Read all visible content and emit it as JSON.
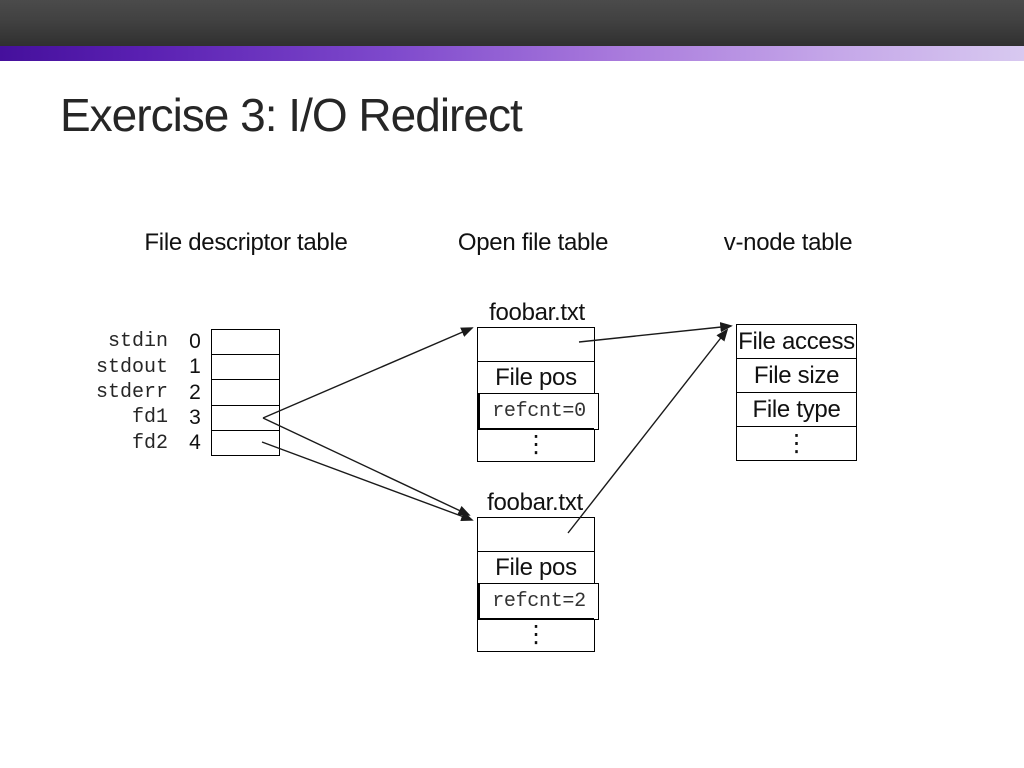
{
  "title": "Exercise 3: I/O Redirect",
  "column_labels": {
    "fd": "File descriptor table",
    "open": "Open file table",
    "vnode": "v-node table"
  },
  "fd_table": {
    "rows": [
      {
        "name": "stdin",
        "index": "0"
      },
      {
        "name": "stdout",
        "index": "1"
      },
      {
        "name": "stderr",
        "index": "2"
      },
      {
        "name": "fd1",
        "index": "3"
      },
      {
        "name": "fd2",
        "index": "4"
      }
    ]
  },
  "open_file_tables": [
    {
      "label": "foobar.txt",
      "rows": [
        "",
        "File pos",
        "refcnt=0",
        "⋮"
      ]
    },
    {
      "label": "foobar.txt",
      "rows": [
        "",
        "File pos",
        "refcnt=2",
        "⋮"
      ]
    }
  ],
  "vnode_table": {
    "rows": [
      "File access",
      "File size",
      "File type",
      "⋮"
    ]
  },
  "colors": {
    "header_gray_top": "#4b4b4b",
    "header_gray_bottom": "#303030",
    "accent_purple_left": "#45109c",
    "accent_purple_right": "#d8c9f0",
    "line": "#1a1a1a",
    "background": "#ffffff",
    "text": "#111111"
  }
}
